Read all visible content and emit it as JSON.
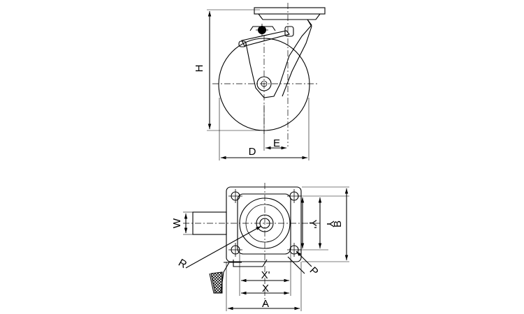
{
  "labels": {
    "H": "H",
    "E": "E",
    "D": "D",
    "W": "W",
    "R": "R",
    "P": "P",
    "X_prime": "X'",
    "X": "X",
    "A": "A",
    "Y_prime": "Y'",
    "Y": "Y",
    "B": "B"
  }
}
